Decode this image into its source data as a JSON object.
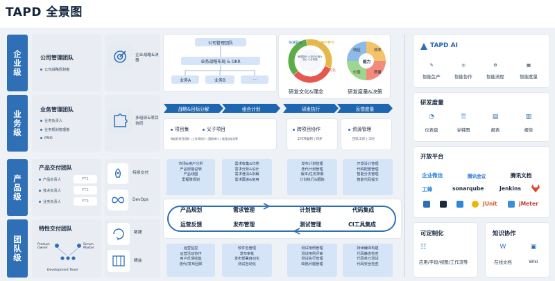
{
  "title": "TAPD 全景图",
  "levels": {
    "enterprise": "企业级",
    "business": "业务级",
    "product": "产品级",
    "team": "团队级"
  },
  "enterprise": {
    "team": "公司管理团队",
    "role": "公司战略规划者",
    "capability": "企业战略&决策",
    "tree": {
      "top": "公司管理团队",
      "mid": "业务战略布局 & OKR",
      "a": "业务A",
      "b": "业务B",
      "c": "···"
    }
  },
  "business": {
    "team": "业务管理团队",
    "roles": [
      "业务负责人",
      "业务规划管理者",
      "PMO"
    ],
    "capability": "多组织&项目协同",
    "box1": {
      "items": [
        "项目集",
        "父子项目"
      ],
      "sub": "跨组织项目规划 | 工作项拆分 | 跟踪统计 | 流程自动化等"
    },
    "box2": {
      "items": [
        "跨项目协作"
      ],
      "sub": "工作项复制 | 同步"
    },
    "box3": {
      "items": [
        "资源管理"
      ],
      "sub": "团队工作 | 工时"
    }
  },
  "circles": {
    "culture": "研发文化&理念",
    "culture_segments": [
      "快速验证",
      "用户参与",
      "持续优化"
    ],
    "culture_center": "敏捷迭代 以用户价值为核心 小步快跑",
    "measure": "研发度量&决策",
    "measure_segments": [
      "响应",
      "效率",
      "价值",
      "质量"
    ],
    "measure_center": "能力"
  },
  "arrows": [
    "战略&目标分解",
    "组合计划",
    "研发执行",
    "反馈度量"
  ],
  "product": {
    "team": "产品交付团队",
    "roles": [
      "产品负责人",
      "技术负责人",
      "业务负责人"
    ],
    "ft": [
      "FT1",
      "FT2",
      "FT3"
    ],
    "caps": [
      "持续交付",
      "DevOps"
    ]
  },
  "teamlvl": {
    "team": "特性交付团队",
    "roles": [
      "Product Owner",
      "Scrum Master",
      "Development Team"
    ],
    "caps": [
      "敏捷",
      "精益"
    ]
  },
  "topboxes": [
    [
      "市场&用户分析",
      "产品规格说明",
      "产品线图",
      "里程碑规划"
    ],
    [
      "需求收集&归类",
      "需求分析&设计",
      "需求澄清&拆解",
      "需求跟进&复用"
    ],
    [
      "发布计划管理",
      "迭代计划管理",
      "版本/任务排期",
      "计划执行&跟踪"
    ],
    [
      "开发设计管理",
      "代码配置管理",
      "智能分支管理",
      "智能代码提交"
    ]
  ],
  "bottomboxes": [
    [
      "运营监控",
      "运营活动协作",
      "用户反馈收集",
      "迭代/发布回顾"
    ],
    [
      "软件包管理",
      "发布审批",
      "发布部署自动化",
      "测试自动化"
    ],
    [
      "测试用例管理",
      "测试用例评审",
      "测试执行管理",
      "缺陷问题管理"
    ],
    [
      "持续编译构建",
      "代码静态检查",
      "代码单元测试",
      "代码安全检查"
    ]
  ],
  "cycle": {
    "row1": [
      "产品规划",
      "需求管理",
      "计划管理",
      "代码集成"
    ],
    "row2": [
      "运营反馈",
      "发布管理",
      "测试管理",
      "CI工具集成"
    ]
  },
  "right": {
    "ai": {
      "logo": "TAPD AI",
      "items": [
        "智能生产",
        "智能协作",
        "智能流程",
        "智能度量"
      ]
    },
    "metrics": {
      "title": "研发度量",
      "items": [
        "仪表盘",
        "甘特图",
        "报表",
        "报告"
      ]
    },
    "open": {
      "title": "开放平台",
      "logos": [
        "企业微信",
        "腾讯会议",
        "腾讯文档",
        "工蜂",
        "sonarqube",
        "Jenkins",
        "JUnit",
        "jMeter"
      ]
    },
    "custom": {
      "title": "可定制化",
      "label": "应用/字段/视图/工作流等"
    },
    "knowledge": {
      "title": "知识协作",
      "items": [
        "在线文档",
        "Wiki"
      ]
    }
  },
  "colors": {
    "blue": "#2e6fb6",
    "dark_blue": "#1f66b0",
    "light_blue": "#d5e4f6"
  }
}
